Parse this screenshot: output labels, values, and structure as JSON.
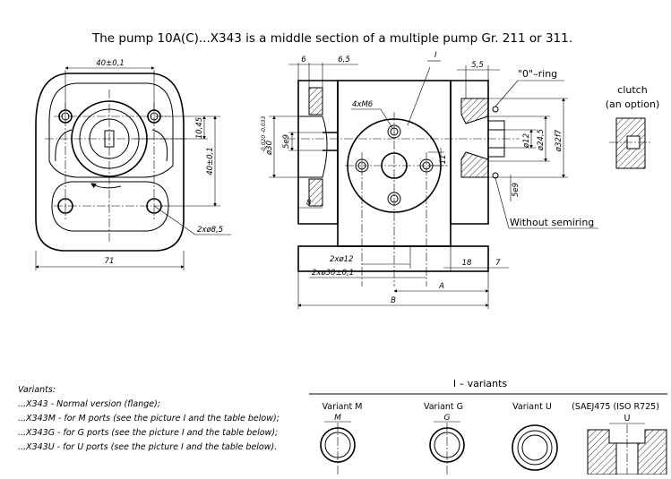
{
  "title": "The pump 10A(C)...X343 is a middle section of a multiple pump Gr. 211 or 311.",
  "front_view": {
    "dim_top": "40±0,1",
    "dim_right_small": "10,45",
    "dim_right": "40±0,1",
    "dim_holes": "2xø8,5",
    "dim_width": "71"
  },
  "side_view": {
    "dim_6": "6",
    "dim_65": "6,5",
    "label_I": "I",
    "dim_55": "5,5",
    "oring_label": "\"0\"–ring",
    "thread_label": "4xM6",
    "dim_d30": "ø30",
    "dim_d30_tol": "-0,020 -0,033",
    "dim_5e9_left": "5e9",
    "dim_11": "11",
    "dim_d12": "ø12",
    "dim_d245": "ø24,5",
    "dim_d3217": "ø32f7",
    "dim_5e9_right": "5e9",
    "dim_8": "8",
    "without_semiring": "Without semiring",
    "dim_2x12": "2xø12",
    "dim_2x30": "2xø30±0,1",
    "dim_18": "18",
    "dim_7": "7",
    "dim_A": "A",
    "dim_B": "B"
  },
  "clutch": {
    "line1": "clutch",
    "line2": "(an option)"
  },
  "variants_list": {
    "heading": "Variants:",
    "items": [
      "...X343    - Normal version (flange);",
      "...X343M  - for M ports (see the picture I and the table below);",
      "...X343G  - for G ports (see the picture I and the table below);",
      "...X343U  - for U ports (see the picture I and the table below)."
    ]
  },
  "i_variants": {
    "heading": "I  –  variants",
    "variant_m": "Variant M",
    "variant_m_sub": "M",
    "variant_g": "Variant G",
    "variant_g_sub": "G",
    "variant_u": "Variant U",
    "variant_u_std": "(SAEJ475 (ISO R725)",
    "variant_u_sub": "U"
  }
}
